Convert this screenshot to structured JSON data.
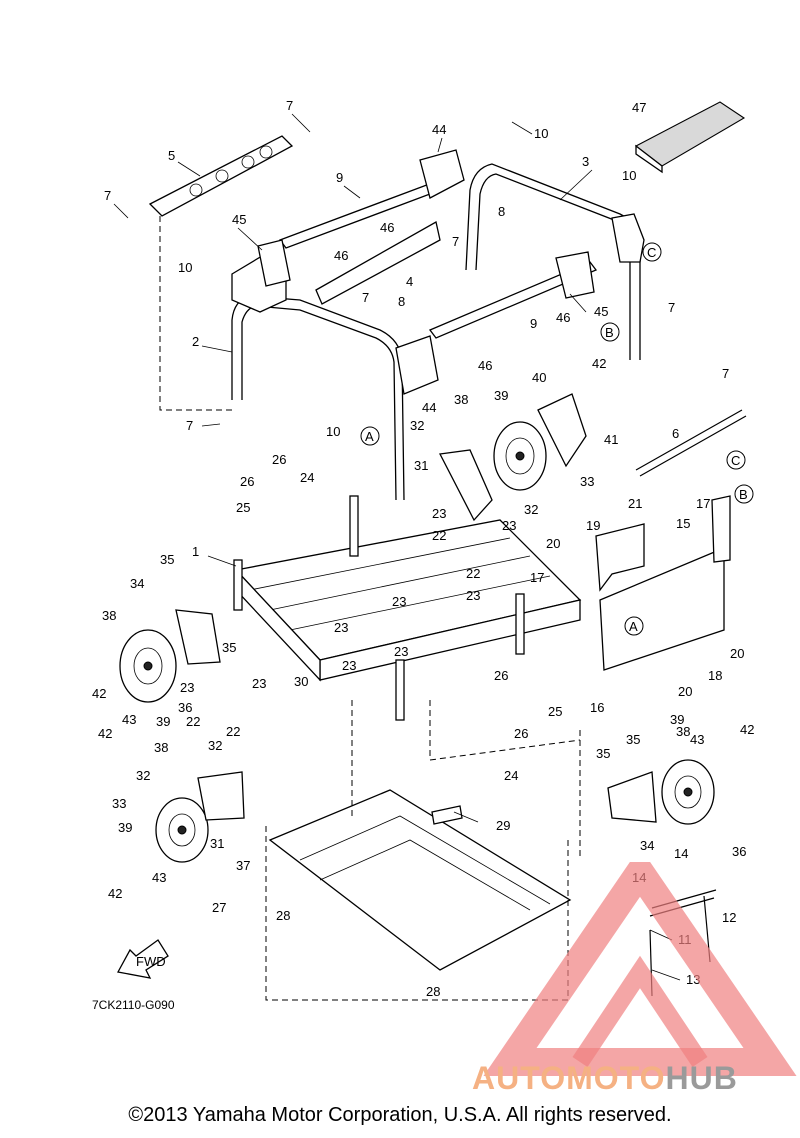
{
  "diagram_code": "7CK2110-G090",
  "copyright": "©2013 Yamaha Motor Corporation, U.S.A. All rights reserved.",
  "watermark": {
    "part1": "AUTOMOTO",
    "part2": "HUB",
    "accent": "#f08080"
  },
  "fwd_label": "FWD",
  "ref_markers": [
    "A",
    "B",
    "C"
  ],
  "part_numbers": [
    "1",
    "2",
    "3",
    "4",
    "5",
    "6",
    "7",
    "8",
    "9",
    "10",
    "11",
    "12",
    "13",
    "14",
    "15",
    "16",
    "17",
    "18",
    "19",
    "20",
    "21",
    "22",
    "23",
    "24",
    "25",
    "26",
    "27",
    "28",
    "29",
    "30",
    "31",
    "32",
    "33",
    "34",
    "35",
    "36",
    "37",
    "38",
    "39",
    "40",
    "41",
    "42",
    "43",
    "44",
    "45",
    "46",
    "47"
  ]
}
